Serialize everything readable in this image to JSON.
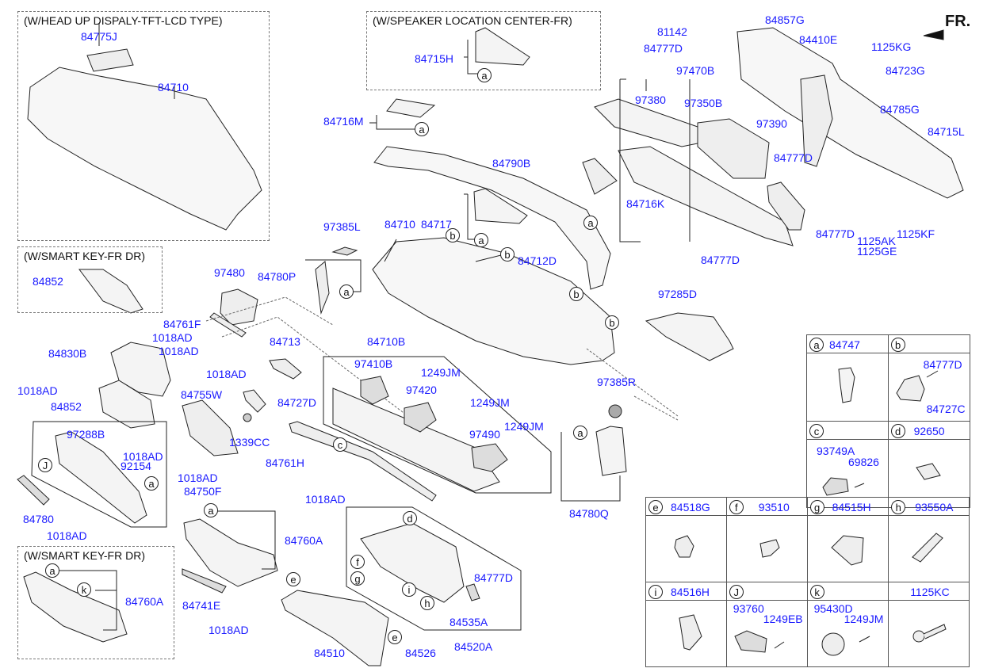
{
  "title": "Crash Pad / Instrument Panel Parts Diagram",
  "direction_label": "FR.",
  "option_boxes": {
    "hud": "(W/HEAD UP DISPALY-TFT-LCD TYPE)",
    "speaker": "(W/SPEAKER LOCATION CENTER-FR)",
    "smart_key_top": "(W/SMART KEY-FR DR)",
    "smart_key_bottom": "(W/SMART KEY-FR DR)"
  },
  "parts": [
    {
      "id": "p1",
      "number": "84775J"
    },
    {
      "id": "p2",
      "number": "84710"
    },
    {
      "id": "p3",
      "number": "84715H"
    },
    {
      "id": "p4",
      "number": "84716M"
    },
    {
      "id": "p5",
      "number": "84790B"
    },
    {
      "id": "p6",
      "number": "84710"
    },
    {
      "id": "p7",
      "number": "84717"
    },
    {
      "id": "p8",
      "number": "97385L"
    },
    {
      "id": "p9",
      "number": "84712D"
    },
    {
      "id": "p10",
      "number": "84780P"
    },
    {
      "id": "p11",
      "number": "84852"
    },
    {
      "id": "p12",
      "number": "97480"
    },
    {
      "id": "p13",
      "number": "84761F"
    },
    {
      "id": "p14",
      "number": "1018AD"
    },
    {
      "id": "p15",
      "number": "1018AD"
    },
    {
      "id": "p16",
      "number": "84830B"
    },
    {
      "id": "p17",
      "number": "84713"
    },
    {
      "id": "p18",
      "number": "1018AD"
    },
    {
      "id": "p19",
      "number": "1018AD"
    },
    {
      "id": "p20",
      "number": "84852"
    },
    {
      "id": "p21",
      "number": "84755W"
    },
    {
      "id": "p22",
      "number": "84727D"
    },
    {
      "id": "p23",
      "number": "1339CC"
    },
    {
      "id": "p24",
      "number": "97288B"
    },
    {
      "id": "p25",
      "number": "1018AD"
    },
    {
      "id": "p26",
      "number": "92154"
    },
    {
      "id": "p27",
      "number": "1018AD"
    },
    {
      "id": "p28",
      "number": "84750F"
    },
    {
      "id": "p29",
      "number": "84780"
    },
    {
      "id": "p30",
      "number": "1018AD"
    },
    {
      "id": "p31",
      "number": "84761H"
    },
    {
      "id": "p32",
      "number": "84710B"
    },
    {
      "id": "p33",
      "number": "97410B"
    },
    {
      "id": "p34",
      "number": "1249JM"
    },
    {
      "id": "p35",
      "number": "97420"
    },
    {
      "id": "p36",
      "number": "1249JM"
    },
    {
      "id": "p37",
      "number": "97490"
    },
    {
      "id": "p38",
      "number": "1249JM"
    },
    {
      "id": "p39",
      "number": "1018AD"
    },
    {
      "id": "p40",
      "number": "97385R"
    },
    {
      "id": "p41",
      "number": "84780Q"
    },
    {
      "id": "p42",
      "number": "84760A"
    },
    {
      "id": "p43",
      "number": "84741E"
    },
    {
      "id": "p44",
      "number": "1018AD"
    },
    {
      "id": "p45",
      "number": "84760A"
    },
    {
      "id": "p46",
      "number": "84510"
    },
    {
      "id": "p47",
      "number": "84526"
    },
    {
      "id": "p48",
      "number": "84520A"
    },
    {
      "id": "p49",
      "number": "84535A"
    },
    {
      "id": "p50",
      "number": "84777D"
    },
    {
      "id": "p51",
      "number": "81142"
    },
    {
      "id": "p52",
      "number": "84857G"
    },
    {
      "id": "p53",
      "number": "84410E"
    },
    {
      "id": "p54",
      "number": "1125KG"
    },
    {
      "id": "p55",
      "number": "84723G"
    },
    {
      "id": "p56",
      "number": "84777D"
    },
    {
      "id": "p57",
      "number": "97470B"
    },
    {
      "id": "p58",
      "number": "97380"
    },
    {
      "id": "p59",
      "number": "97350B"
    },
    {
      "id": "p60",
      "number": "97390"
    },
    {
      "id": "p61",
      "number": "84785G"
    },
    {
      "id": "p62",
      "number": "84715L"
    },
    {
      "id": "p63",
      "number": "84777D"
    },
    {
      "id": "p64",
      "number": "84716K"
    },
    {
      "id": "p65",
      "number": "84777D"
    },
    {
      "id": "p66",
      "number": "1125AK"
    },
    {
      "id": "p67",
      "number": "1125GE"
    },
    {
      "id": "p68",
      "number": "1125KF"
    },
    {
      "id": "p69",
      "number": "84777D"
    },
    {
      "id": "p70",
      "number": "97285D"
    }
  ],
  "callouts": [
    "a",
    "b",
    "c",
    "d",
    "e",
    "f",
    "g",
    "h",
    "i",
    "J",
    "k"
  ],
  "legend_table": {
    "rows": [
      [
        {
          "key": "a",
          "part": "84747",
          "subparts": []
        },
        {
          "key": "b",
          "part": "",
          "subparts": [
            "84777D",
            "84727C"
          ]
        }
      ],
      [
        {
          "key": "c",
          "part": "",
          "subparts": [
            "93749A",
            "69826"
          ]
        },
        {
          "key": "d",
          "part": "92650",
          "subparts": []
        }
      ]
    ],
    "rows_wide": [
      [
        {
          "key": "e",
          "part": "84518G",
          "subparts": []
        },
        {
          "key": "f",
          "part": "93510",
          "subparts": []
        },
        {
          "key": "g",
          "part": "84515H",
          "subparts": []
        },
        {
          "key": "h",
          "part": "93550A",
          "subparts": []
        }
      ],
      [
        {
          "key": "i",
          "part": "84516H",
          "subparts": []
        },
        {
          "key": "J",
          "part": "",
          "subparts": [
            "93760",
            "1249EB"
          ]
        },
        {
          "key": "k",
          "part": "",
          "subparts": [
            "95430D",
            "1249JM"
          ]
        },
        {
          "key": "",
          "part": "1125KC",
          "subparts": []
        }
      ]
    ]
  }
}
